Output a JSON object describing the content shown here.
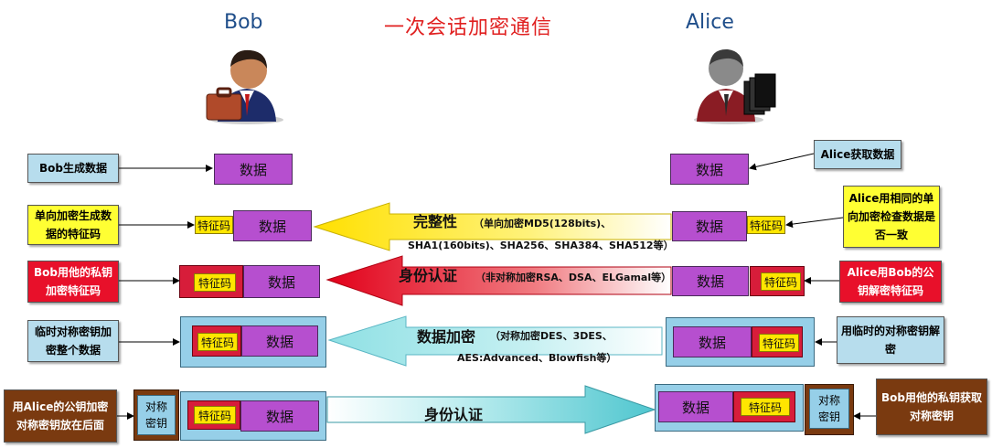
{
  "header": {
    "left_person": "Bob",
    "center_title": "一次会话加密通信",
    "right_person": "Alice"
  },
  "icons": {
    "bob_icon": "person-with-briefcase-icon",
    "alice_icon": "person-with-documents-icon"
  },
  "labels": {
    "data": "数据",
    "feature_code": "特征码",
    "symmetric_key": "对称\n密钥"
  },
  "rows": [
    {
      "left_note": "Bob生成数据",
      "right_note": "Alice获取数据"
    },
    {
      "left_note": "单向加密生成数据的特征码",
      "arrow_title": "完整性",
      "arrow_detail": "（单向加密MD5(128bits)、SHA1(160bits)、SHA256、SHA384、SHA512等）",
      "right_note": "Alice用相同的单向加密检查数据是否一致"
    },
    {
      "left_note": "Bob用他的私钥加密特征码",
      "arrow_title": "身份认证",
      "arrow_detail": "（非对称加密RSA、DSA、ELGamal等）",
      "right_note": "Alice用Bob的公钥解密特征码"
    },
    {
      "left_note": "临时对称密钥加密整个数据",
      "arrow_title": "数据加密",
      "arrow_detail": "（对称加密DES、3DES、AES:Advanced、Blowfish等）",
      "right_note": "用临时的对称密钥解密"
    },
    {
      "left_note": "用Alice的公钥加密对称密钥放在后面",
      "arrow_title": "身份认证",
      "right_note": "Bob用他的私钥获取对称密钥"
    }
  ],
  "colors": {
    "data_fill": "#b64fcf",
    "feature_fill": "#ffe600",
    "feature_encrypted_fill": "#d71d3a",
    "panel_fill": "#96cfe8",
    "title_red": "#e02020",
    "name_blue": "#1f4e8a"
  }
}
